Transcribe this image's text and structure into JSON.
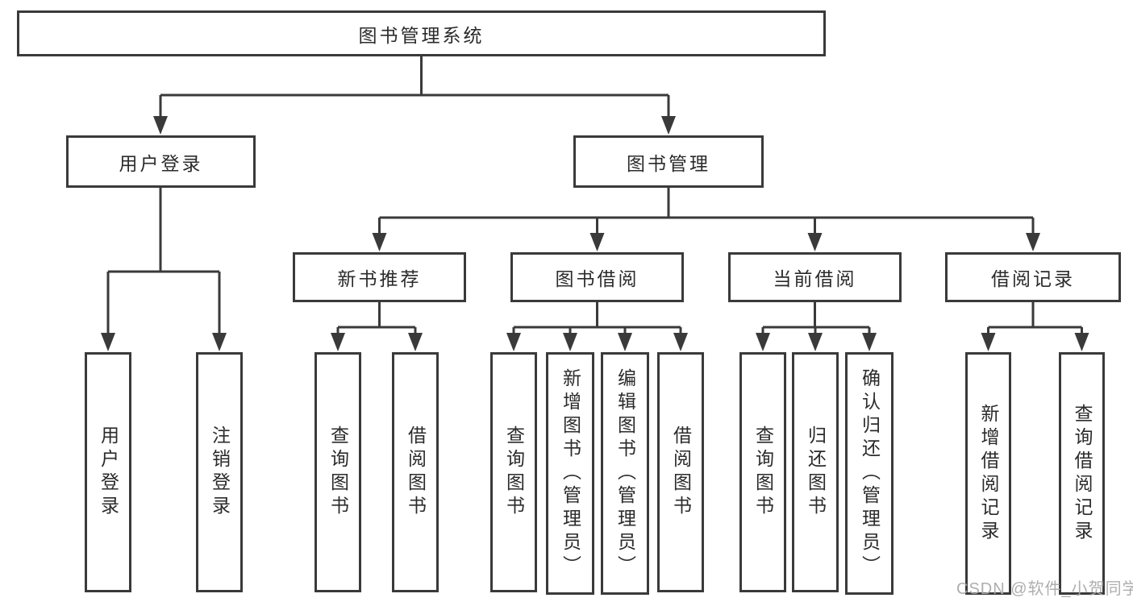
{
  "colors": {
    "line": "#3a3a3a",
    "box_border": "#3a3a3a",
    "box_fill": "#ffffff",
    "text": "#2b2b2b",
    "watermark": "#aaaaaa",
    "background": "#ffffff"
  },
  "diagram": {
    "root": {
      "label": "图书管理系统"
    },
    "user_login": {
      "label": "用户登录",
      "children": [
        {
          "label": "用户登录"
        },
        {
          "label": "注销登录"
        }
      ]
    },
    "book_mgmt": {
      "label": "图书管理",
      "children": [
        {
          "label": "新书推荐",
          "children": [
            {
              "label": "查询图书"
            },
            {
              "label": "借阅图书"
            }
          ]
        },
        {
          "label": "图书借阅",
          "children": [
            {
              "label": "查询图书"
            },
            {
              "label": "新增图书（管理员）"
            },
            {
              "label": "编辑图书（管理员）"
            },
            {
              "label": "借阅图书"
            }
          ]
        },
        {
          "label": "当前借阅",
          "children": [
            {
              "label": "查询图书"
            },
            {
              "label": "归还图书"
            },
            {
              "label": "确认归还（管理员）"
            }
          ]
        },
        {
          "label": "借阅记录",
          "children": [
            {
              "label": "新增借阅记录"
            },
            {
              "label": "查询借阅记录"
            }
          ]
        }
      ]
    }
  },
  "watermark": "CSDN @软件_小贺同学"
}
